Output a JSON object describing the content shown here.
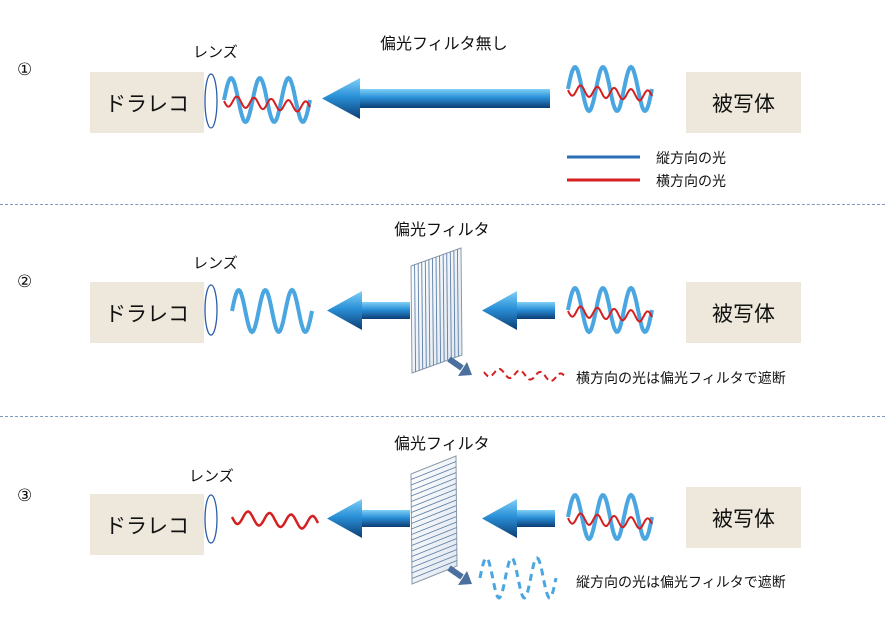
{
  "rows": [
    {
      "number": "①",
      "camera_label": "ドラレコ",
      "lens_label": "レンズ",
      "subject_label": "被写体",
      "filter_label": "偏光フィルタ無し"
    },
    {
      "number": "②",
      "camera_label": "ドラレコ",
      "lens_label": "レンズ",
      "subject_label": "被写体",
      "filter_label": "偏光フィルタ",
      "blocked_note": "横方向の光は偏光フィルタで遮断"
    },
    {
      "number": "③",
      "camera_label": "ドラレコ",
      "lens_label": "レンズ",
      "subject_label": "被写体",
      "filter_label": "偏光フィルタ",
      "blocked_note": "縦方向の光は偏光フィルタで遮断"
    }
  ],
  "legend": [
    {
      "label": "縦方向の光",
      "color": "#2a6fb5"
    },
    {
      "label": "横方向の光",
      "color": "#d42020"
    }
  ],
  "colors": {
    "box_fill": "#ede8db",
    "vertical_wave": "#4aa6e0",
    "horizontal_wave": "#d42020",
    "arrow_blue": "#1e7fc8",
    "lens_stroke": "#2d5ea8",
    "divider": "#7f9bbf"
  }
}
